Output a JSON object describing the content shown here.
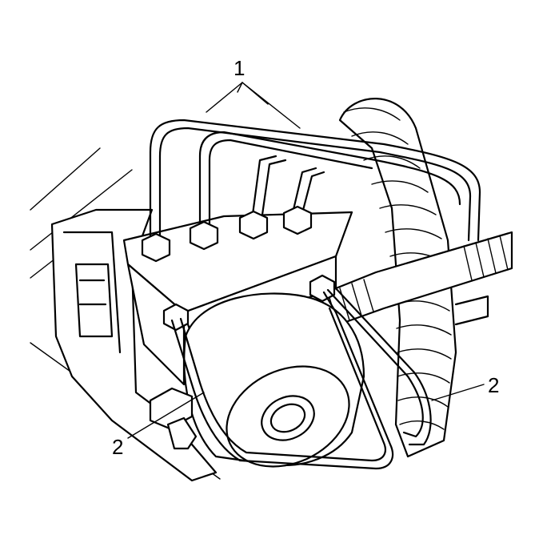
{
  "callouts": {
    "label_1": "1",
    "label_2_left": "2",
    "label_2_right": "2"
  }
}
